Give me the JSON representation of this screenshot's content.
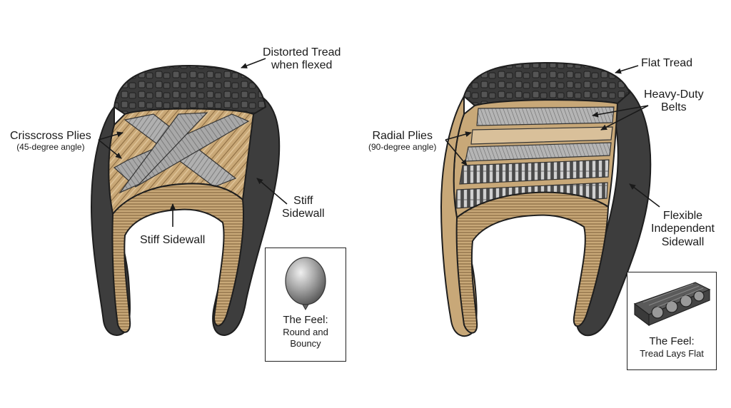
{
  "bias_tire": {
    "tread_label": [
      "Distorted Tread",
      "when flexed"
    ],
    "plies_label": "Crisscross Plies",
    "plies_sub": "(45-degree angle)",
    "inner_sidewall_label": "Stiff Sidewall",
    "outer_sidewall_label": [
      "Stiff",
      "Sidewall"
    ],
    "feel_title": "The Feel:",
    "feel_desc": [
      "Round and",
      "Bouncy"
    ],
    "feel_icon": "balloon-icon"
  },
  "radial_tire": {
    "tread_label": "Flat Tread",
    "belts_label": [
      "Heavy-Duty",
      "Belts"
    ],
    "plies_label": "Radial Plies",
    "plies_sub": "(90-degree angle)",
    "sidewall_label": [
      "Flexible",
      "Independent",
      "Sidewall"
    ],
    "feel_title": "The Feel:",
    "feel_desc": "Tread Lays Flat",
    "feel_icon": "tank-track-icon"
  },
  "colors": {
    "rubber_dark": "#3a3a3a",
    "rubber_mid": "#555555",
    "steel_ply": "#9a9a9a",
    "fabric_ply": "#c8a878",
    "outline": "#1e1e1e"
  }
}
